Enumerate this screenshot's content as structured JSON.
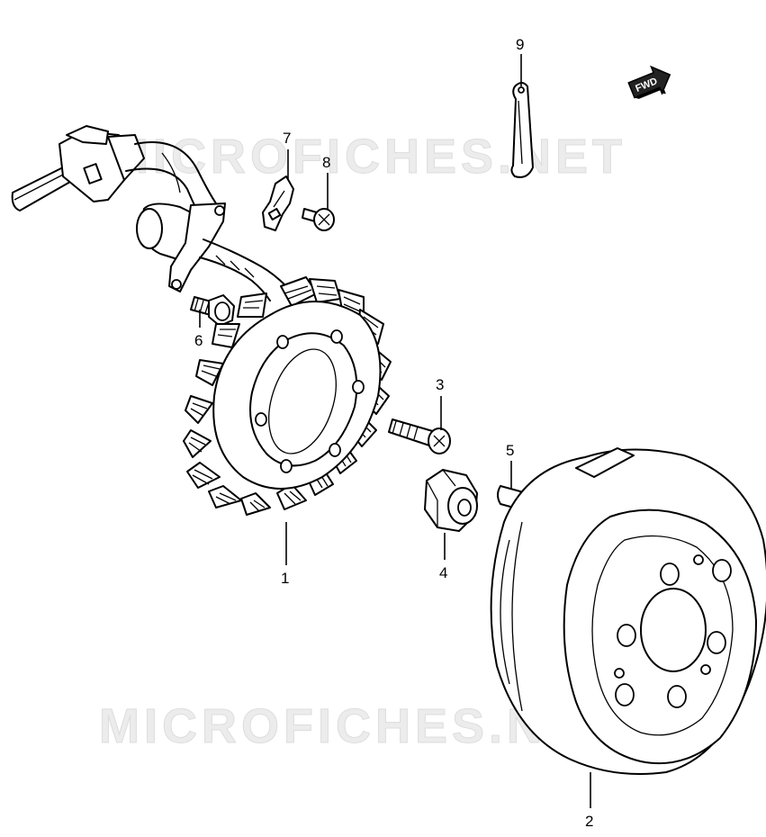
{
  "watermark": {
    "text": "MICROFICHES.NET"
  },
  "direction_marker": {
    "label": "FWD"
  },
  "callouts": [
    {
      "id": "1",
      "label": "1"
    },
    {
      "id": "2",
      "label": "2"
    },
    {
      "id": "3",
      "label": "3"
    },
    {
      "id": "4",
      "label": "4"
    },
    {
      "id": "5",
      "label": "5"
    },
    {
      "id": "6",
      "label": "6"
    },
    {
      "id": "7",
      "label": "7"
    },
    {
      "id": "8",
      "label": "8"
    },
    {
      "id": "9",
      "label": "9"
    }
  ]
}
